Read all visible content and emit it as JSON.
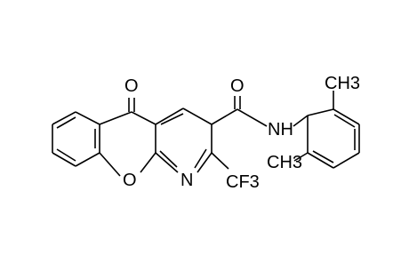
{
  "molecule": {
    "atom_labels": {
      "ketone_oxygen": "O",
      "amide_oxygen": "O",
      "ring_oxygen": "O",
      "ring_nitrogen": "N",
      "amide_nh": "NH",
      "methyl_top": "CH3",
      "methyl_bottom": "CH3",
      "trifluoromethyl": "CF3"
    }
  }
}
